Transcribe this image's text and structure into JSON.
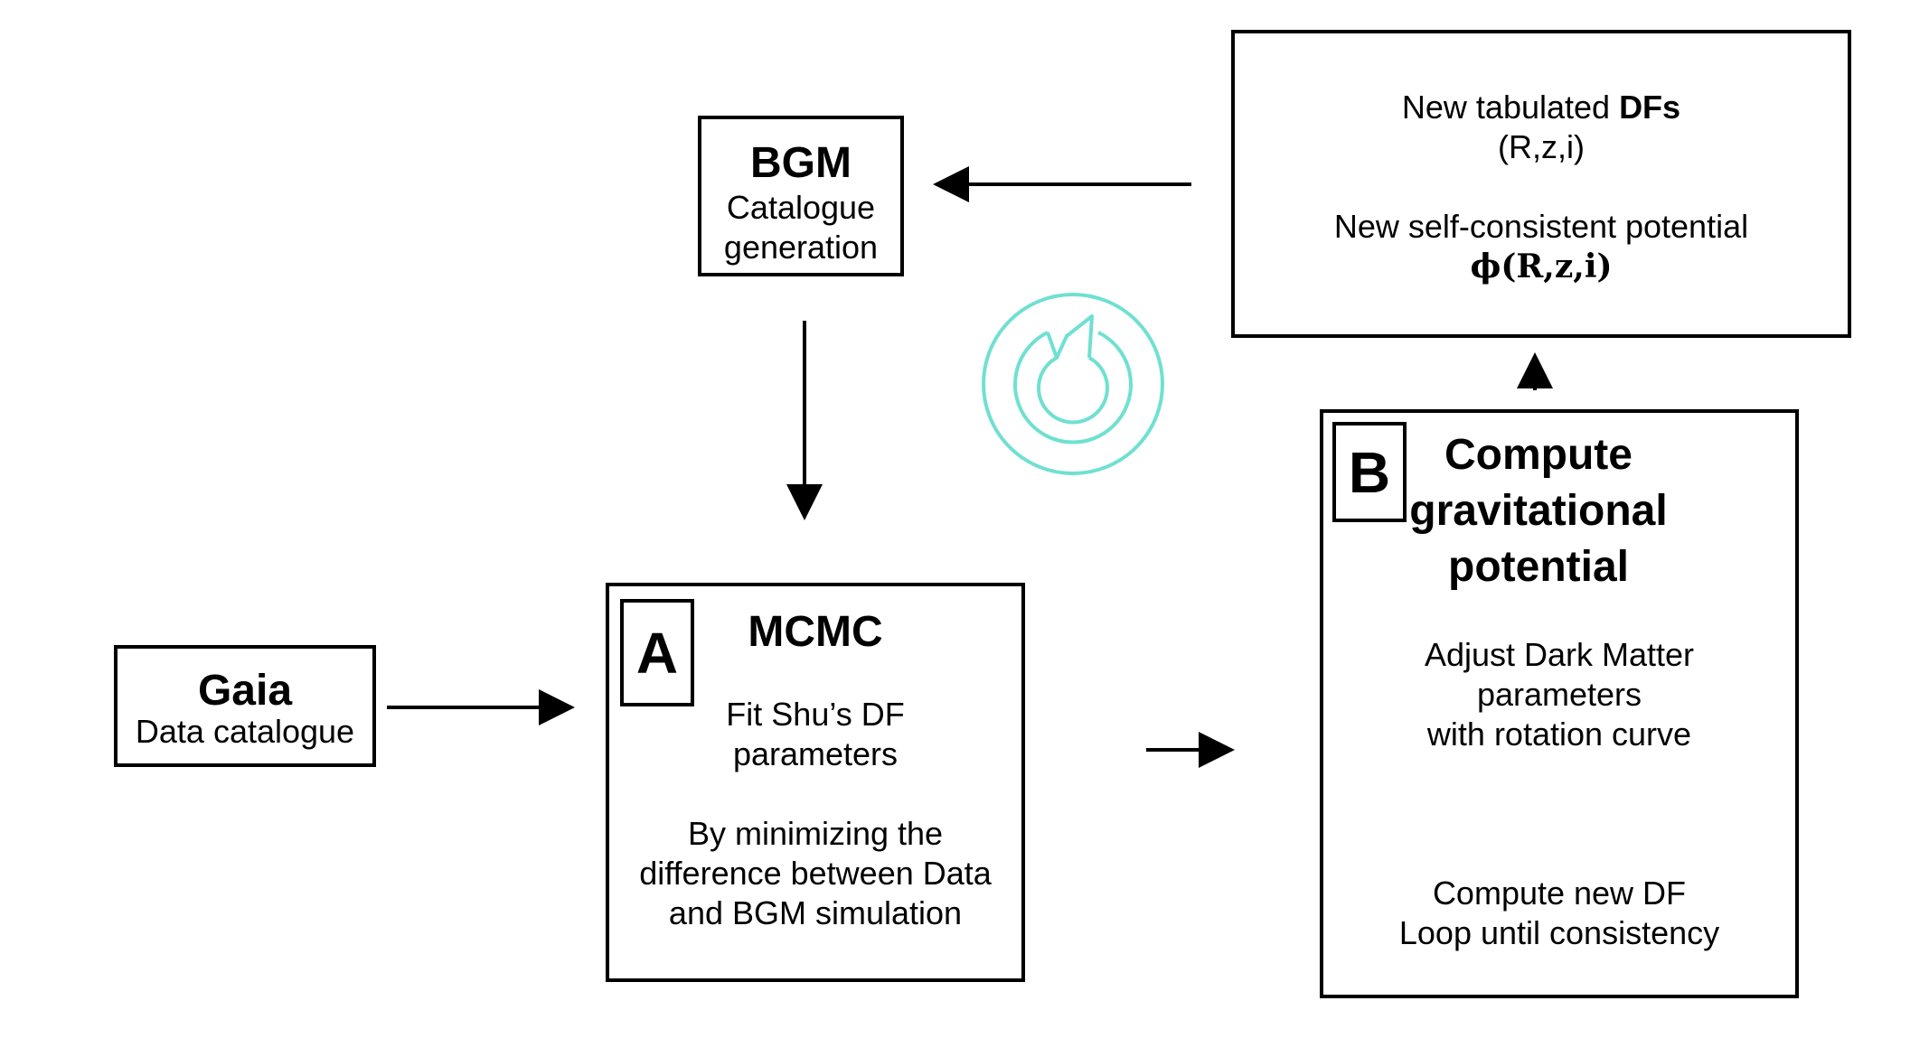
{
  "colors": {
    "cycle_icon": "#6fe0d2",
    "loop_icon": "#8a8a8a",
    "ink": "#000000"
  },
  "gaia": {
    "title": "Gaia",
    "subtitle": "Data catalogue"
  },
  "bgm": {
    "title": "BGM",
    "line1": "Catalogue",
    "line2": "generation"
  },
  "dfs": {
    "line1_prefix": "New tabulated ",
    "line1_bold": "DFs",
    "line2": "(R,z,i)",
    "line3": "New self-consistent potential",
    "line4": "ϕ(R,z,i)"
  },
  "mcmc": {
    "tag": "A",
    "title": "MCMC",
    "fit_line1": "Fit Shu’s DF",
    "fit_line2": "parameters",
    "min_line1": "By minimizing the",
    "min_line2": "difference between Data",
    "min_line3": "and BGM simulation"
  },
  "potential": {
    "tag": "B",
    "title_line1": "Compute",
    "title_line2": "gravitational",
    "title_line3": "potential",
    "adj_line1": "Adjust Dark Matter",
    "adj_line2": "parameters",
    "adj_line3": "with rotation curve",
    "loop_line1": "Compute new DF",
    "loop_line2": "Loop until consistency"
  },
  "icons": {
    "cycle": "refresh-cycle-icon",
    "loop": "sync-arrows-icon"
  }
}
